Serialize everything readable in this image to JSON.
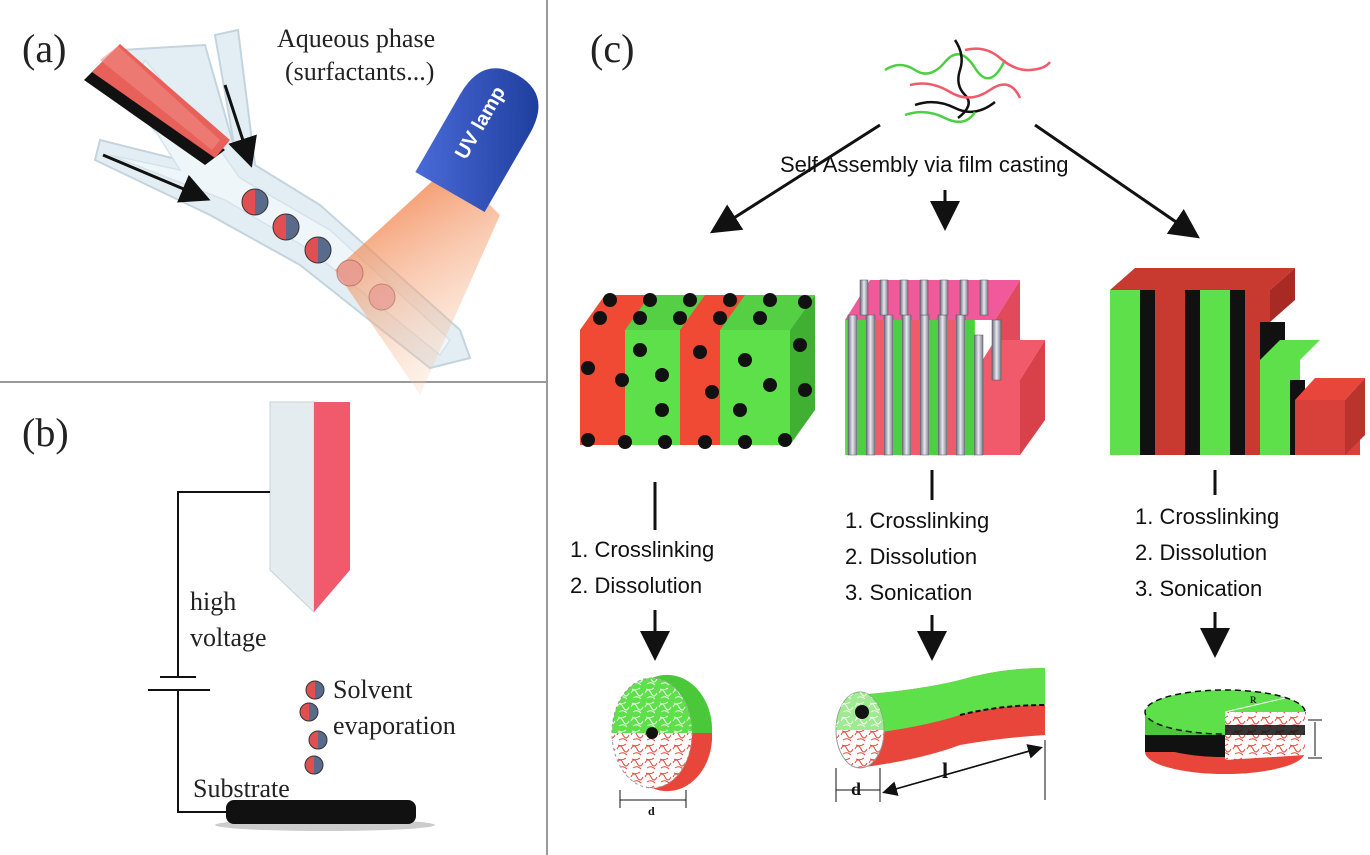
{
  "panel_a": {
    "label": "(a)",
    "aqueous_line1": "Aqueous phase",
    "aqueous_line2": "(surfactants...)",
    "uv_lamp": "UV lamp"
  },
  "panel_b": {
    "label": "(b)",
    "high": "high",
    "voltage": "voltage",
    "solvent": "Solvent",
    "evaporation": "evaporation",
    "substrate": "Substrate"
  },
  "panel_c": {
    "label": "(c)",
    "self_assembly": "Self Assembly via film casting",
    "left_steps": [
      "1.  Crosslinking",
      "2.  Dissolution"
    ],
    "middle_steps": [
      "1.  Crosslinking",
      "2.  Dissolution",
      "3.  Sonication"
    ],
    "right_steps": [
      "1.  Crosslinking",
      "2.  Dissolution",
      "3.  Sonication"
    ],
    "dim_d": "d",
    "dim_l": "l",
    "dim_r": "R"
  },
  "colors": {
    "red": "#e8463a",
    "pink_red": "#f05a6a",
    "green": "#5ee04a",
    "black": "#111111",
    "uv_blue": "#2c4fb8",
    "uv_glow": "#f07a3a"
  }
}
